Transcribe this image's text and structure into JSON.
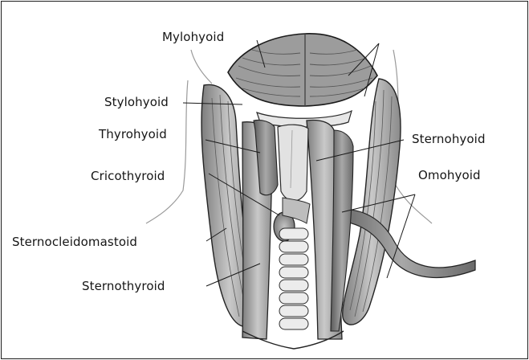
{
  "figure": {
    "labels": {
      "mylohyoid": "Mylohyoid",
      "stylohyoid": "Stylohyoid",
      "thyrohyoid": "Thyrohyoid",
      "cricothyroid": "Cricothyroid",
      "sternocleidomastoid": "Sternocleidomastoid",
      "sternothyroid": "Sternothyroid",
      "sternohyoid": "Sternohyoid",
      "omohyoid": "Omohyoid"
    }
  }
}
